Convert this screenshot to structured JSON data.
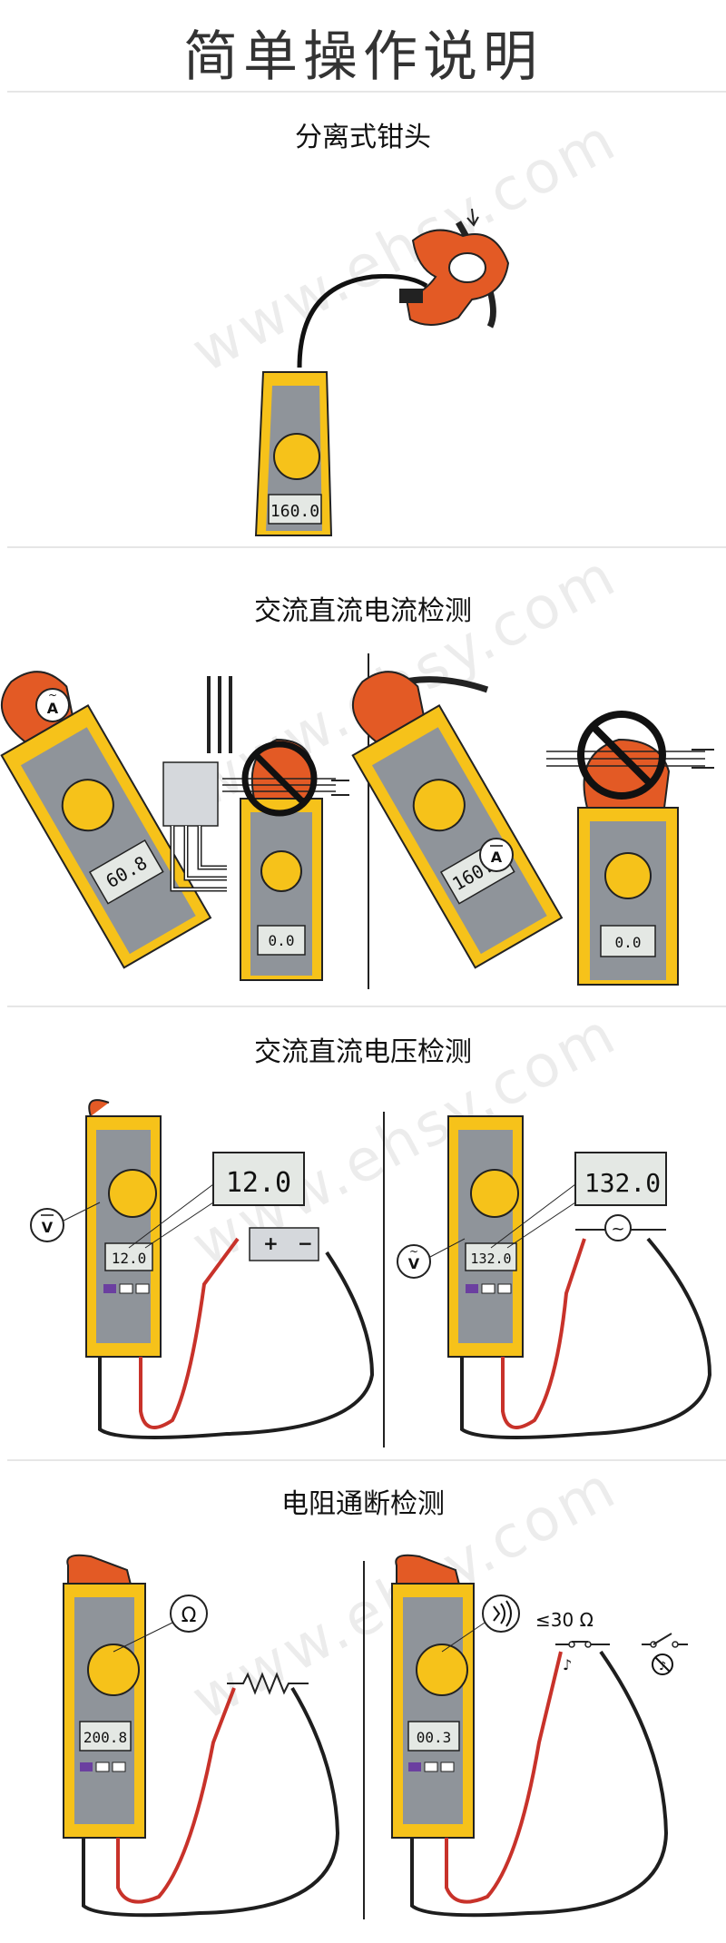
{
  "page_title": "简单操作说明",
  "watermark": "www.ehsy.com",
  "colors": {
    "meter_yellow": "#f6c21a",
    "meter_gray": "#8f949a",
    "clamp_orange": "#e35a25",
    "lcd_bg": "#e4e8e4",
    "lead_red": "#c8322a"
  },
  "sections": {
    "s1": {
      "title": "分离式钳头",
      "display": "160.0"
    },
    "s2": {
      "title": "交流直流电流检测",
      "left_display": "60.8",
      "left_zero": "0.0",
      "right_display": "160.0",
      "right_zero": "0.0",
      "ac_a_symbol": "A",
      "dc_a_symbol": "A"
    },
    "s3": {
      "title": "交流直流电压检测",
      "dc_display": "12.0",
      "dc_big": "12.0",
      "ac_display": "132.0",
      "ac_big": "132.0",
      "dc_v_symbol": "V",
      "ac_v_symbol": "V",
      "battery_plus": "+",
      "battery_minus": "−",
      "ac_source_symbol": "~"
    },
    "s4": {
      "title": "电阻通断检测",
      "res_display": "200.8",
      "cont_display": "00.3",
      "ohm_symbol": "Ω",
      "cont_threshold": "≤30 Ω"
    }
  }
}
